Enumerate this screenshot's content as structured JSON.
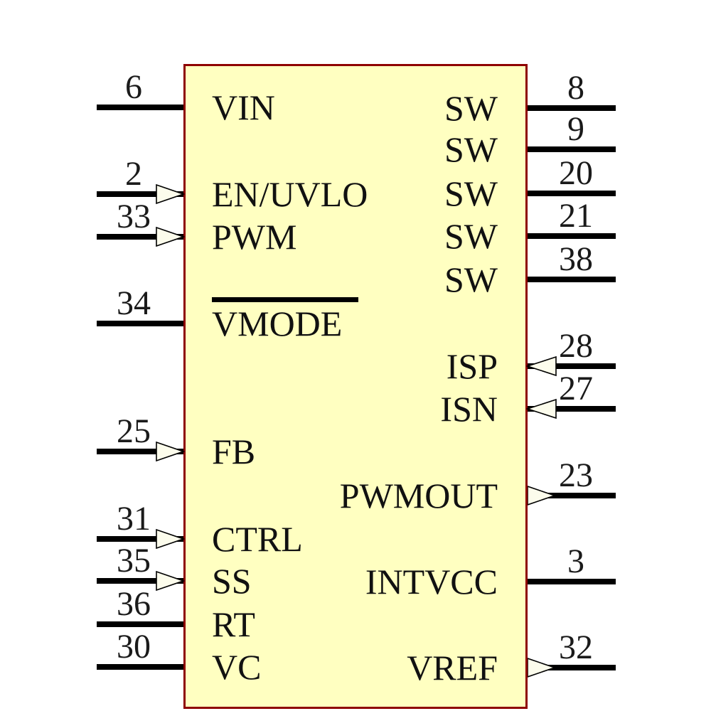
{
  "component": {
    "body_color": "#FFFFC1",
    "border_color": "#8E0000",
    "pin_line_color": "#000000",
    "arrow_fill_color": "#FCFCEC",
    "pins_left": [
      {
        "number": "6",
        "label": "VIN",
        "arrow": "none",
        "overline": false
      },
      {
        "number": "2",
        "label": "EN/UVLO",
        "arrow": "input",
        "overline": false
      },
      {
        "number": "33",
        "label": "PWM",
        "arrow": "input",
        "overline": false
      },
      {
        "number": "34",
        "label": "VMODE",
        "arrow": "none",
        "overline": true
      },
      {
        "number": "25",
        "label": "FB",
        "arrow": "input",
        "overline": false
      },
      {
        "number": "31",
        "label": "CTRL",
        "arrow": "input",
        "overline": false
      },
      {
        "number": "35",
        "label": "SS",
        "arrow": "input",
        "overline": false
      },
      {
        "number": "36",
        "label": "RT",
        "arrow": "none",
        "overline": false
      },
      {
        "number": "30",
        "label": "VC",
        "arrow": "none",
        "overline": false
      }
    ],
    "pins_right": [
      {
        "number": "8",
        "label": "SW",
        "arrow": "none",
        "overline": false
      },
      {
        "number": "9",
        "label": "SW",
        "arrow": "none",
        "overline": false
      },
      {
        "number": "20",
        "label": "SW",
        "arrow": "none",
        "overline": false
      },
      {
        "number": "21",
        "label": "SW",
        "arrow": "none",
        "overline": false
      },
      {
        "number": "38",
        "label": "SW",
        "arrow": "none",
        "overline": false
      },
      {
        "number": "28",
        "label": "ISP",
        "arrow": "input",
        "overline": false
      },
      {
        "number": "27",
        "label": "ISN",
        "arrow": "input",
        "overline": false
      },
      {
        "number": "23",
        "label": "PWMOUT",
        "arrow": "output",
        "overline": false
      },
      {
        "number": "3",
        "label": "INTVCC",
        "arrow": "none",
        "overline": false
      },
      {
        "number": "32",
        "label": "VREF",
        "arrow": "output",
        "overline": false
      }
    ]
  }
}
